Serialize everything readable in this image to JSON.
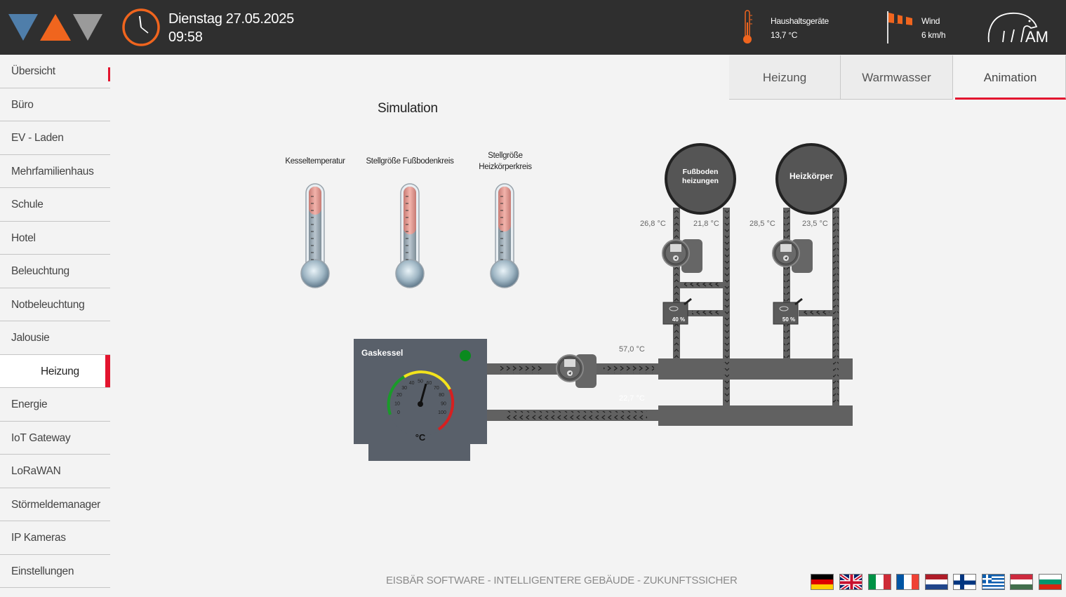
{
  "header": {
    "date": "Dienstag 27.05.2025",
    "time": "09:58",
    "appliances": {
      "label": "Haushaltsgeräte",
      "value": "13,7 °C"
    },
    "wind": {
      "label": "Wind",
      "value": "6 km/h"
    },
    "brand_text": "AM"
  },
  "sidebar": {
    "items": [
      {
        "label": "Übersicht"
      },
      {
        "label": "Büro"
      },
      {
        "label": "EV - Laden"
      },
      {
        "label": "Mehrfamilienhaus"
      },
      {
        "label": "Schule"
      },
      {
        "label": "Hotel"
      },
      {
        "label": "Beleuchtung"
      },
      {
        "label": "Notbeleuchtung"
      },
      {
        "label": "Jalousie"
      },
      {
        "label": "Heizung",
        "active": true
      },
      {
        "label": "Energie"
      },
      {
        "label": "IoT Gateway"
      },
      {
        "label": "LoRaWAN"
      },
      {
        "label": "Störmeldemanager"
      },
      {
        "label": "IP Kameras"
      },
      {
        "label": "Einstellungen"
      }
    ]
  },
  "tabs": [
    {
      "label": "Heizung"
    },
    {
      "label": "Warmwasser"
    },
    {
      "label": "Animation",
      "active": true
    }
  ],
  "simulation": {
    "title": "Simulation",
    "thermometers": [
      {
        "label_lines": [
          "Kesseltemperatur"
        ],
        "fill": 0.75
      },
      {
        "label_lines": [
          "Stellgröße Fußbodenkreis"
        ],
        "fill": 0.52
      },
      {
        "label_lines": [
          "Stellgröße",
          "Heizkörperkreis"
        ],
        "fill": 0.55
      }
    ]
  },
  "scheme": {
    "boiler_label": "Gaskessel",
    "gauge_unit": "°C",
    "gauge_ticks": [
      "0",
      "10",
      "20",
      "30",
      "40",
      "50",
      "60",
      "70",
      "80",
      "90",
      "100"
    ],
    "gauge_value": 57,
    "supply_temp": "57,0 °C",
    "return_temp": "22,7 °C",
    "circuits": [
      {
        "name_lines": [
          "Fußboden",
          "heizungen"
        ],
        "flow_temp": "26,8 °C",
        "return_temp": "21,8 °C",
        "valve": "40 %"
      },
      {
        "name_lines": [
          "Heizkörper"
        ],
        "flow_temp": "28,5 °C",
        "return_temp": "23,5 °C",
        "valve": "50 %"
      }
    ],
    "status_color": "#0a8a1e"
  },
  "footer": {
    "text": "EISBÄR SOFTWARE - INTELLIGENTERE GEBÄUDE - ZUKUNFTSSICHER"
  },
  "languages": [
    "Deutsch",
    "English",
    "Italiano",
    "Français",
    "Nederlands",
    "Suomi",
    "Ελληνικά",
    "Magyar",
    "Български"
  ],
  "colors": {
    "accent": "#e3142e",
    "header_bg": "#2f2f2f",
    "pipe": "#616161",
    "boiler": "#59606a"
  }
}
